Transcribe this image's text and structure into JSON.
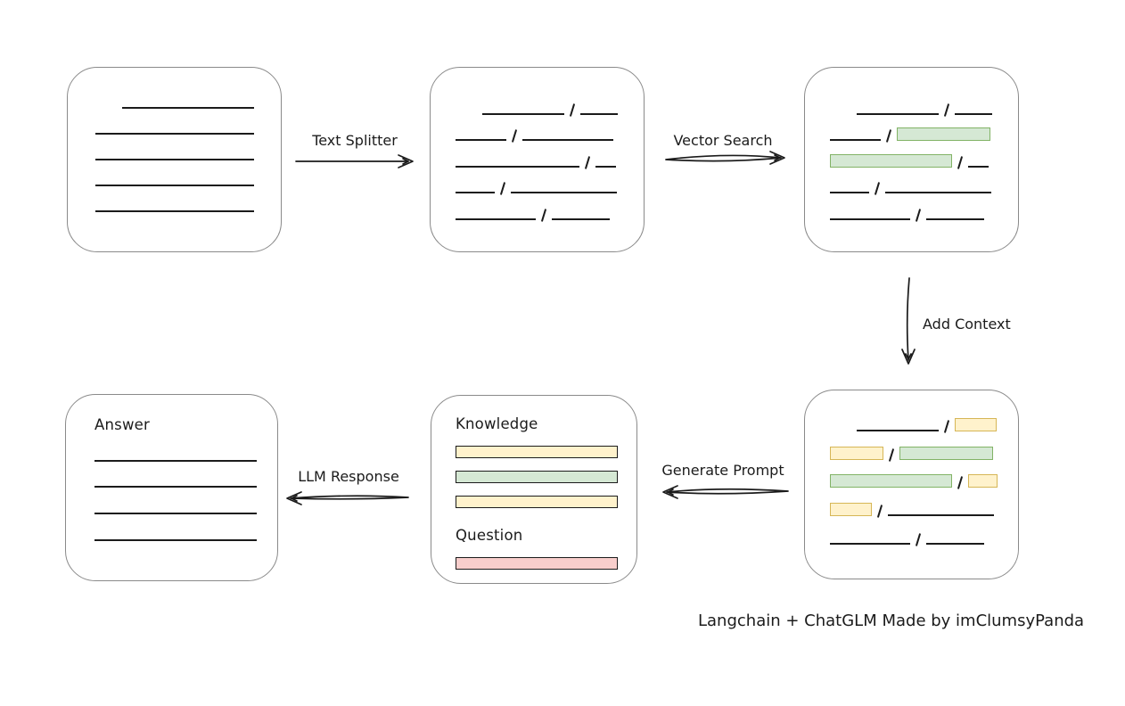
{
  "palette": {
    "green_fill": "#d5e8d4",
    "green_stroke": "#82b366",
    "yellow_fill": "#fff2cc",
    "yellow_stroke": "#d6b656",
    "red_fill": "#f8cecc",
    "red_stroke": "#b85450",
    "box_border": "#8a8a8a",
    "ink": "#1b1b1b",
    "bg": "#ffffff"
  },
  "labels": {
    "text_splitter": "Text Splitter",
    "vector_search": "Vector Search",
    "add_context": "Add Context",
    "generate_prompt": "Generate Prompt",
    "llm_response": "LLM Response"
  },
  "caption": "Langchain + ChatGLM Made by imClumsyPanda",
  "boxes": {
    "document": {
      "rows": [
        [
          {
            "t": "gap",
            "w": 30
          },
          {
            "t": "line",
            "w": 148
          }
        ],
        [
          {
            "t": "line",
            "w": 178
          }
        ],
        [
          {
            "t": "line",
            "w": 178
          }
        ],
        [
          {
            "t": "line",
            "w": 178
          }
        ],
        [
          {
            "t": "line",
            "w": 178
          }
        ]
      ]
    },
    "chunks": {
      "rows": [
        [
          {
            "t": "gap",
            "w": 30
          },
          {
            "t": "line",
            "w": 92
          },
          {
            "t": "slash"
          },
          {
            "t": "line",
            "w": 42
          }
        ],
        [
          {
            "t": "line",
            "w": 57
          },
          {
            "t": "slash"
          },
          {
            "t": "line",
            "w": 102
          }
        ],
        [
          {
            "t": "line",
            "w": 139
          },
          {
            "t": "slash"
          },
          {
            "t": "line",
            "w": 23
          }
        ],
        [
          {
            "t": "line",
            "w": 44
          },
          {
            "t": "slash"
          },
          {
            "t": "line",
            "w": 119
          }
        ],
        [
          {
            "t": "line",
            "w": 90
          },
          {
            "t": "slash"
          },
          {
            "t": "line",
            "w": 65
          }
        ]
      ]
    },
    "matched": {
      "rows": [
        [
          {
            "t": "gap",
            "w": 30
          },
          {
            "t": "line",
            "w": 92
          },
          {
            "t": "slash"
          },
          {
            "t": "line",
            "w": 42
          }
        ],
        [
          {
            "t": "line",
            "w": 57
          },
          {
            "t": "slash"
          },
          {
            "t": "bar",
            "c": "green",
            "w": 105
          }
        ],
        [
          {
            "t": "bar",
            "c": "green",
            "w": 137
          },
          {
            "t": "slash"
          },
          {
            "t": "line",
            "w": 23
          }
        ],
        [
          {
            "t": "line",
            "w": 44
          },
          {
            "t": "slash"
          },
          {
            "t": "line",
            "w": 119
          }
        ],
        [
          {
            "t": "line",
            "w": 90
          },
          {
            "t": "slash"
          },
          {
            "t": "line",
            "w": 65
          }
        ]
      ]
    },
    "context": {
      "rows": [
        [
          {
            "t": "gap",
            "w": 30
          },
          {
            "t": "line",
            "w": 92
          },
          {
            "t": "slash"
          },
          {
            "t": "bar",
            "c": "yellow",
            "w": 47
          }
        ],
        [
          {
            "t": "bar",
            "c": "yellow",
            "w": 60
          },
          {
            "t": "slash"
          },
          {
            "t": "bar",
            "c": "green",
            "w": 105
          }
        ],
        [
          {
            "t": "bar",
            "c": "green",
            "w": 137
          },
          {
            "t": "slash"
          },
          {
            "t": "bar",
            "c": "yellow",
            "w": 33
          }
        ],
        [
          {
            "t": "bar",
            "c": "yellow",
            "w": 47
          },
          {
            "t": "slash"
          },
          {
            "t": "line",
            "w": 119
          }
        ],
        [
          {
            "t": "line",
            "w": 90
          },
          {
            "t": "slash"
          },
          {
            "t": "line",
            "w": 65
          }
        ]
      ]
    },
    "prompt": {
      "sections": [
        {
          "title": "Knowledge",
          "bars": [
            {
              "c": "yellow"
            },
            {
              "c": "green"
            },
            {
              "c": "yellow"
            }
          ]
        },
        {
          "title": "Question",
          "bars": [
            {
              "c": "red"
            }
          ]
        }
      ]
    },
    "answer": {
      "title": "Answer",
      "rows": [
        [
          {
            "t": "line",
            "w": 182
          }
        ],
        [
          {
            "t": "line",
            "w": 182
          }
        ],
        [
          {
            "t": "line",
            "w": 182
          }
        ],
        [
          {
            "t": "line",
            "w": 182
          }
        ]
      ]
    }
  }
}
